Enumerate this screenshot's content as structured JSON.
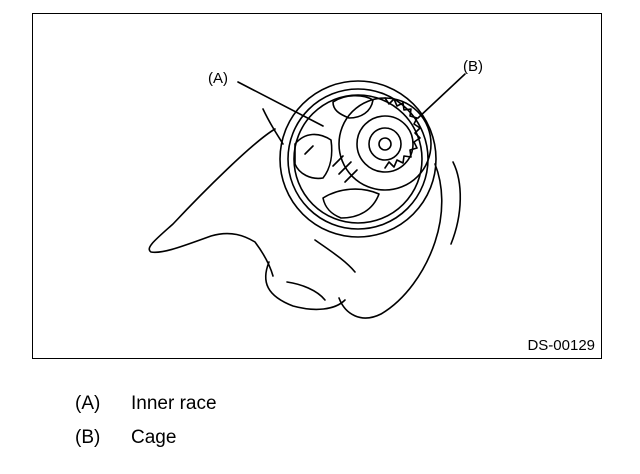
{
  "figure": {
    "id": "DS-00129",
    "callouts": [
      {
        "key": "(A)"
      },
      {
        "key": "(B)"
      }
    ]
  },
  "legend": [
    {
      "key": "(A)",
      "label": "Inner race"
    },
    {
      "key": "(B)",
      "label": "Cage"
    }
  ]
}
